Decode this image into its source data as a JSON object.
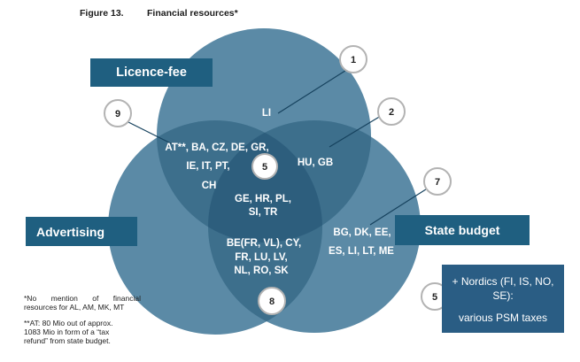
{
  "figure": {
    "number": "Figure 13.",
    "title": "Financial resources*"
  },
  "categories": {
    "licence_fee": "Licence-fee",
    "advertising": "Advertising",
    "state_budget": "State budget"
  },
  "regions": {
    "licence_only": [
      "LI"
    ],
    "licence_advertising": [
      "AT**, BA, CZ, DE, GR,",
      "IE, IT, PT,",
      "CH"
    ],
    "licence_state": [
      "HU, GB"
    ],
    "all_three": [
      "GE, HR, PL,",
      "SI, TR"
    ],
    "advertising_state": [
      "BE(FR, VL), CY,",
      "FR, LU, LV,",
      "NL, RO, SK"
    ],
    "state_only": [
      "BG, DK, EE,",
      "ES, LI, LT, ME"
    ]
  },
  "counts": {
    "licence_only": "1",
    "licence_state": "2",
    "all_three": "5",
    "state_only": "7",
    "advertising_state": "8",
    "licence_advertising": "9",
    "nordics": "5"
  },
  "nordics": {
    "line1": "+ Nordics (FI, IS, NO,",
    "line2": "SE):",
    "line3": "various PSM taxes"
  },
  "notes": {
    "note1": [
      "*No mention of financial",
      "resources for AL, AM, MK, MT"
    ],
    "note2": [
      "**AT: 80 Mio out of approx.",
      "1083 Mio in form of a “tax",
      "refund” from state budget."
    ]
  },
  "colors": {
    "circle_fill": "#5b8aa6",
    "overlap_fill": "#3d6f8c",
    "center_fill": "#2d5e7d",
    "label_box": "#1f5f80",
    "nordics_box": "#2a5d84",
    "bubble_border": "#b3b3b3",
    "connector": "#16425e"
  }
}
